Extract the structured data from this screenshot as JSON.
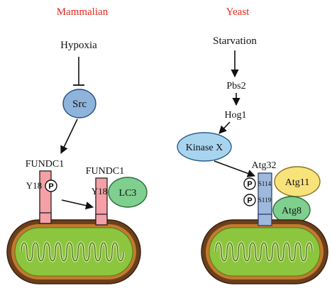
{
  "colors": {
    "title": "#e0261b",
    "src_fill": "#8fb4dc",
    "kinase_fill": "#a8d4f0",
    "receptor_pink": "#f4a0a6",
    "receptor_blue": "#9fb9de",
    "lc3_fill": "#7fcf8f",
    "atg11_fill": "#f8e27a",
    "atg8_fill": "#7fcf8f",
    "mito_outer": "#6b3f1c",
    "mito_mid": "#c27a2c",
    "mito_inner": "#8cc63f"
  },
  "mammalian": {
    "title": "Mammalian",
    "stimulus": "Hypoxia",
    "kinase": "Src",
    "receptor1": "FUNDC1",
    "site1": "Y18",
    "phospho1": "P",
    "receptor2": "FUNDC1",
    "site2": "Y18",
    "partner": "LC3"
  },
  "yeast": {
    "title": "Yeast",
    "stimulus": "Starvation",
    "step1": "Pbs2",
    "step2": "Hog1",
    "kinase": "Kinase X",
    "receptor": "Atg32",
    "phosphoA": "P",
    "siteA": "S114",
    "phosphoB": "P",
    "siteB": "S119",
    "partner1": "Atg11",
    "partner2": "Atg8"
  }
}
